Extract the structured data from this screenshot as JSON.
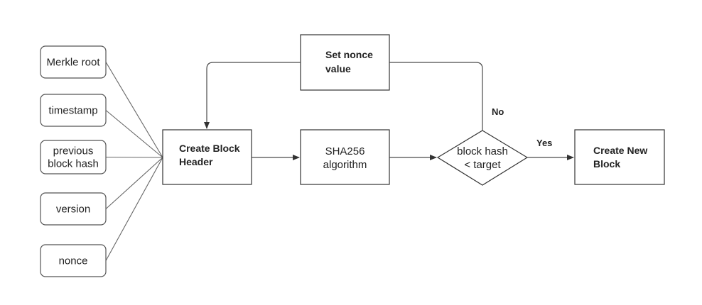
{
  "inputs": [
    {
      "id": "merkle-root",
      "lines": [
        "Merkle root"
      ]
    },
    {
      "id": "timestamp",
      "lines": [
        "timestamp"
      ]
    },
    {
      "id": "previous-block-hash",
      "lines": [
        "previous",
        "block hash"
      ]
    },
    {
      "id": "version",
      "lines": [
        "version"
      ]
    },
    {
      "id": "nonce",
      "lines": [
        "nonce"
      ]
    }
  ],
  "nodes": {
    "create_block_header": [
      "Create Block",
      "Header"
    ],
    "set_nonce_value": [
      "Set nonce",
      "value"
    ],
    "sha256": [
      "SHA256",
      "algorithm"
    ],
    "decision": [
      "block hash",
      "< target"
    ],
    "create_new_block": [
      "Create New",
      "Block"
    ]
  },
  "edges": {
    "no_label": "No",
    "yes_label": "Yes"
  }
}
